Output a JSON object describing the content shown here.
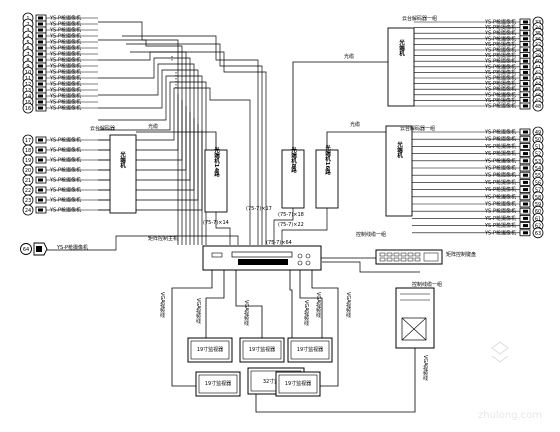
{
  "cameras": {
    "label": "YS-P枪摄像机",
    "left_top_numbers": [
      "1",
      "2",
      "3",
      "4",
      "5",
      "6",
      "7",
      "8",
      "9",
      "10",
      "11",
      "12",
      "13",
      "14",
      "15",
      "16"
    ],
    "left_mid_numbers": [
      "17",
      "18",
      "19",
      "20",
      "21",
      "22",
      "23",
      "24"
    ],
    "left_dome_number": "64",
    "right_top_numbers": [
      "33",
      "34",
      "35",
      "36",
      "37",
      "38",
      "39",
      "40",
      "41",
      "42",
      "43",
      "44",
      "45",
      "46",
      "47",
      "48"
    ],
    "right_mid_numbers": [
      "49",
      "50",
      "51",
      "52",
      "53",
      "54",
      "55",
      "56",
      "57",
      "58",
      "59",
      "60",
      "61",
      "62",
      "63"
    ]
  },
  "labels": {
    "fiber": "光缆",
    "optical_receiver": "光端机",
    "optical_tx_14": "光端机14路",
    "optical_tx_8a": "光端机8路",
    "optical_tx_16": "光端机16路",
    "cable_a": "(75-7)×14",
    "cable_b": "(75-7)×17",
    "cable_c": "(75-7)×18",
    "cable_d": "(75-7)×22",
    "cable_e": "(75-7)×64",
    "matrix_host": "矩阵控制主机",
    "keyboard_line": "控制线缆一组",
    "keyboard": "矩阵控制键盘",
    "pc_line": "控制线缆一组",
    "decoder_top_left": "云台解码器",
    "decoder_top_right": "云台解码器一组",
    "decoder_mid_right": "云台解码器一组",
    "vga": "VGA视频线",
    "monitor_19": "19寸监视器",
    "monitor_32": "32寸监视器",
    "watermark": "zhulong.com"
  }
}
